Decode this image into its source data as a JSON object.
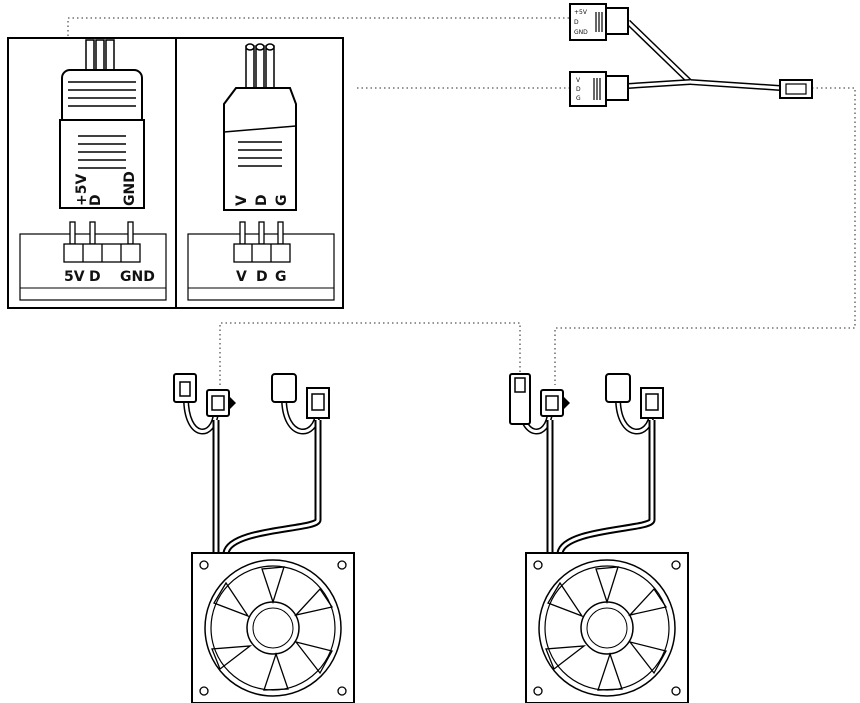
{
  "panel_left": {
    "plug_labels": [
      "+5V",
      "D",
      "GND"
    ],
    "header_labels": [
      "5V",
      "D",
      "GND"
    ]
  },
  "panel_right": {
    "plug_labels": [
      "V",
      "D",
      "G"
    ],
    "header_labels": [
      "V",
      "D",
      "G"
    ]
  },
  "splitter": {
    "connector_top_labels": [
      "+5V",
      "D",
      "GND"
    ],
    "connector_bottom_labels": [
      "V",
      "D",
      "G"
    ]
  },
  "fans": [
    {
      "id": "fan-1"
    },
    {
      "id": "fan-2"
    }
  ]
}
